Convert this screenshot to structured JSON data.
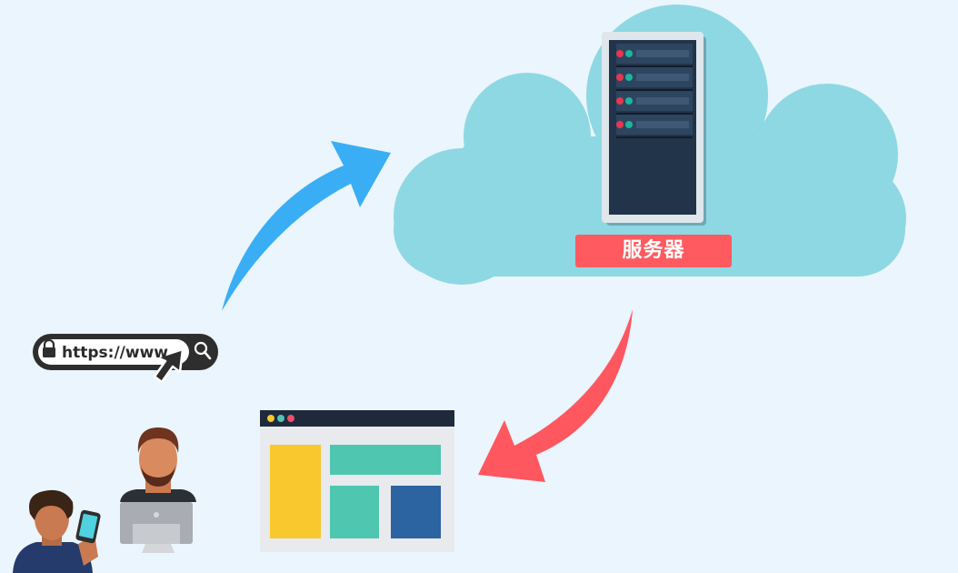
{
  "server": {
    "label": "服务器",
    "rack_slots": 4
  },
  "url_bar": {
    "text": "https://www"
  },
  "icons": {
    "url_bar": [
      "lock-icon",
      "search-icon",
      "cursor-arrow-icon"
    ],
    "browser_window": [
      "window-dot-yellow",
      "window-dot-teal",
      "window-dot-pink"
    ]
  },
  "colors": {
    "background": "#eaf5fd",
    "cloud": "#8ed8e3",
    "server_body": "#22344a",
    "server_label": "#ff5a5f",
    "request_arrow": "#3aaef5",
    "response_arrow": "#ff575f",
    "browser_header": "#1e2a3c",
    "block_yellow": "#f8c82e",
    "block_teal": "#4fc6b0",
    "block_blue": "#2c63a1"
  }
}
